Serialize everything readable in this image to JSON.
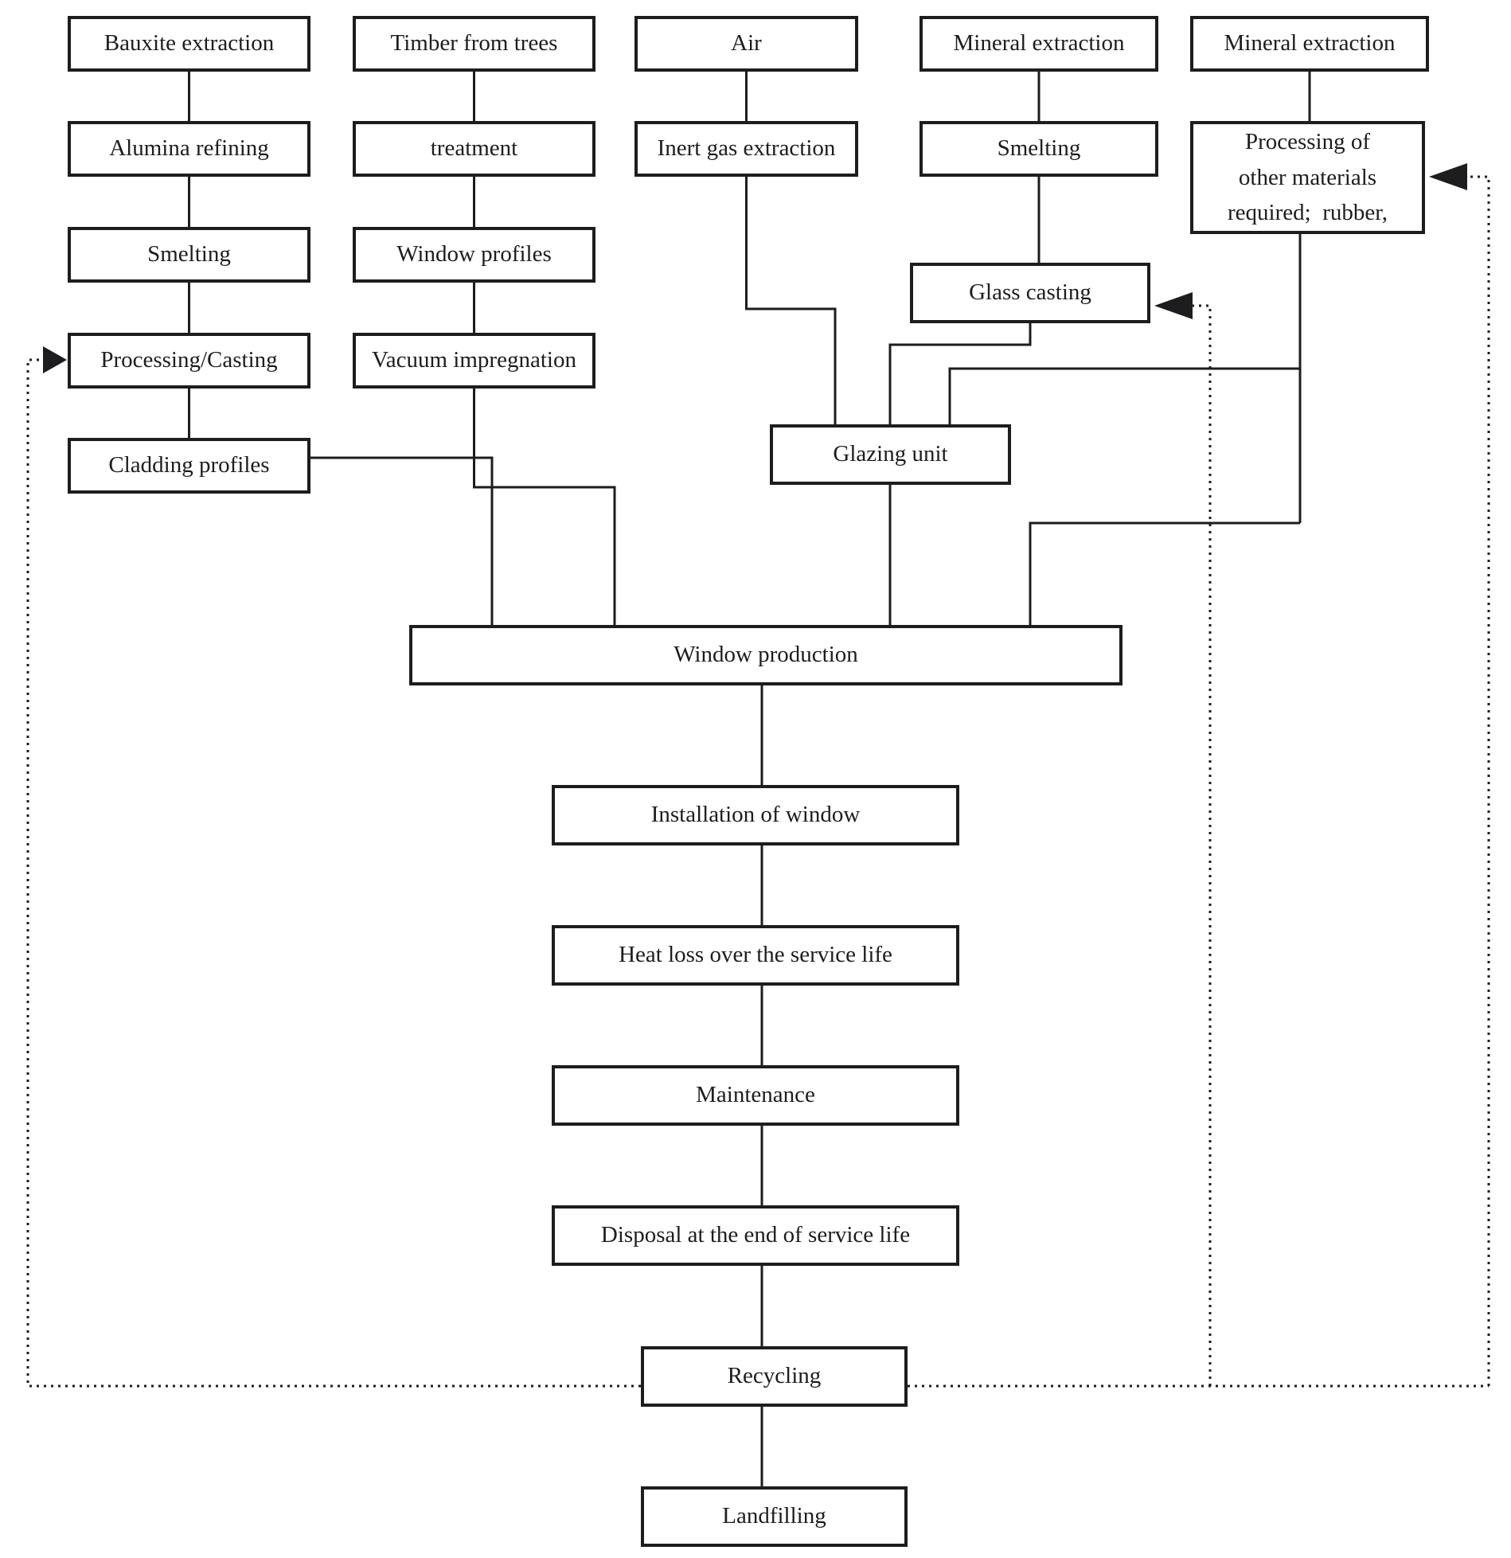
{
  "diagram": {
    "type": "flowchart",
    "colors": {
      "line": "#1d1d1f",
      "box_fill": "#ffffff",
      "background": "#ffffff"
    },
    "nodes": {
      "bauxite_extraction": "Bauxite extraction",
      "timber_from_trees": "Timber from trees",
      "air": "Air",
      "mineral_extraction_glass": "Mineral extraction",
      "mineral_extraction_other": "Mineral extraction",
      "alumina_refining": "Alumina refining",
      "treatment": "treatment",
      "inert_gas_extraction": "Inert gas extraction",
      "smelting_glass": "Smelting",
      "processing_other_materials": "Processing of\nother materials\nrequired;  rubber,",
      "smelting_aluminium": "Smelting",
      "window_profiles": "Window profiles",
      "glass_casting": "Glass casting",
      "processing_casting": "Processing/Casting",
      "vacuum_impregnation": "Vacuum impregnation",
      "cladding_profiles": "Cladding profiles",
      "glazing_unit": "Glazing unit",
      "window_production": "Window production",
      "installation_of_window": "Installation of window",
      "heat_loss": "Heat loss over the service life",
      "maintenance": "Maintenance",
      "disposal": "Disposal at the end of service life",
      "recycling": "Recycling",
      "landfilling": "Landfilling"
    },
    "edges": [
      {
        "from": "bauxite_extraction",
        "to": "alumina_refining",
        "style": "solid"
      },
      {
        "from": "alumina_refining",
        "to": "smelting_aluminium",
        "style": "solid"
      },
      {
        "from": "smelting_aluminium",
        "to": "processing_casting",
        "style": "solid"
      },
      {
        "from": "processing_casting",
        "to": "cladding_profiles",
        "style": "solid"
      },
      {
        "from": "cladding_profiles",
        "to": "window_production",
        "style": "solid"
      },
      {
        "from": "timber_from_trees",
        "to": "treatment",
        "style": "solid"
      },
      {
        "from": "treatment",
        "to": "window_profiles",
        "style": "solid"
      },
      {
        "from": "window_profiles",
        "to": "vacuum_impregnation",
        "style": "solid"
      },
      {
        "from": "vacuum_impregnation",
        "to": "window_production",
        "style": "solid"
      },
      {
        "from": "air",
        "to": "inert_gas_extraction",
        "style": "solid"
      },
      {
        "from": "inert_gas_extraction",
        "to": "glazing_unit",
        "style": "solid"
      },
      {
        "from": "mineral_extraction_glass",
        "to": "smelting_glass",
        "style": "solid"
      },
      {
        "from": "smelting_glass",
        "to": "glass_casting",
        "style": "solid"
      },
      {
        "from": "glass_casting",
        "to": "glazing_unit",
        "style": "solid"
      },
      {
        "from": "mineral_extraction_other",
        "to": "processing_other_materials",
        "style": "solid"
      },
      {
        "from": "processing_other_materials",
        "to": "glazing_unit",
        "style": "solid"
      },
      {
        "from": "processing_other_materials",
        "to": "window_production",
        "style": "solid"
      },
      {
        "from": "glazing_unit",
        "to": "window_production",
        "style": "solid"
      },
      {
        "from": "window_production",
        "to": "installation_of_window",
        "style": "solid"
      },
      {
        "from": "installation_of_window",
        "to": "heat_loss",
        "style": "solid"
      },
      {
        "from": "heat_loss",
        "to": "maintenance",
        "style": "solid"
      },
      {
        "from": "maintenance",
        "to": "disposal",
        "style": "solid"
      },
      {
        "from": "disposal",
        "to": "recycling",
        "style": "solid"
      },
      {
        "from": "recycling",
        "to": "landfilling",
        "style": "solid"
      },
      {
        "from": "recycling",
        "to": "processing_casting",
        "style": "dotted-arrow"
      },
      {
        "from": "recycling",
        "to": "glass_casting",
        "style": "dotted-arrow"
      },
      {
        "from": "recycling",
        "to": "processing_other_materials",
        "style": "dotted-arrow"
      }
    ]
  }
}
